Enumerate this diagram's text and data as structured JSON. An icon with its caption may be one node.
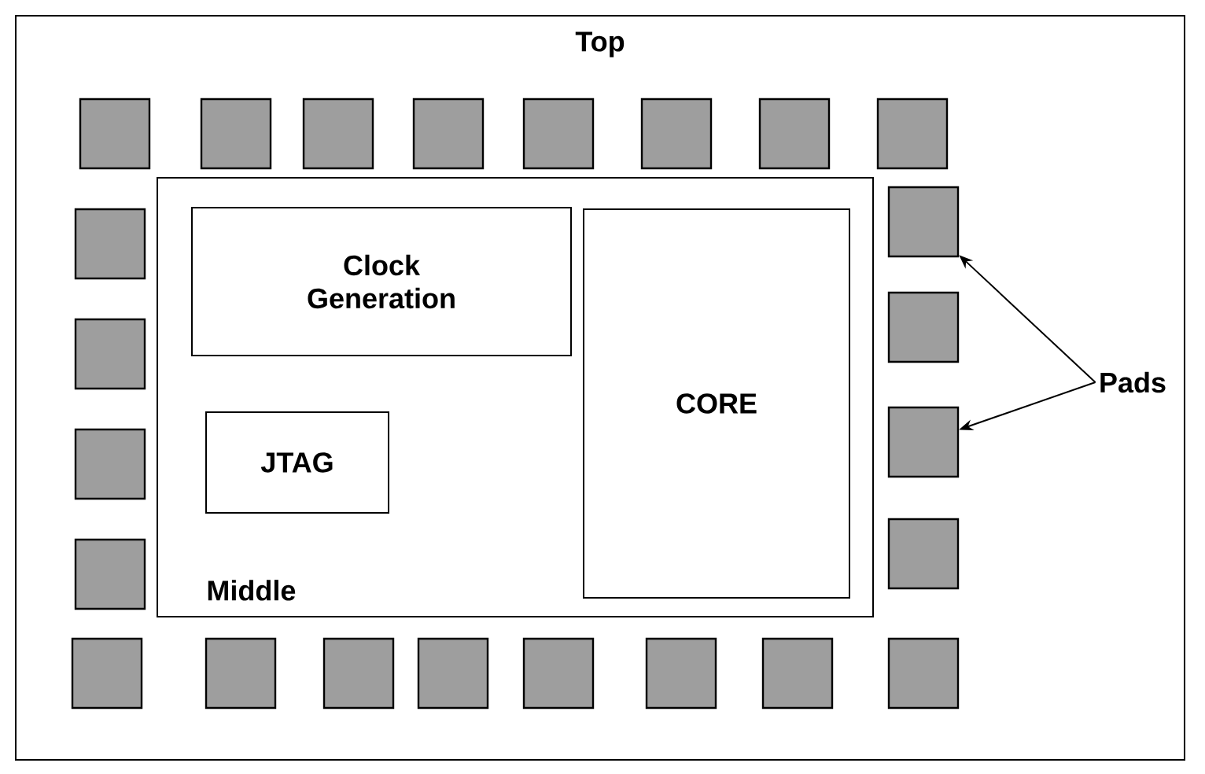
{
  "diagram": {
    "nodes": [
      {
        "text": [
          "Top"
        ]
      },
      {
        "text": [
          "Middle"
        ],
        "in": 0
      },
      {
        "text": [
          "Clock Generation"
        ],
        "in": 1
      },
      {
        "text": [
          "JTAG"
        ],
        "in": 1
      },
      {
        "text": [
          "CORE"
        ],
        "in": 1
      },
      {
        "text": [
          "Pads"
        ],
        "in": 0
      },
      {
        "text": [],
        "shape": "box",
        "in": 0
      },
      {
        "text": [],
        "shape": "box",
        "in": 0
      },
      {
        "text": [],
        "shape": "box",
        "in": 0
      },
      {
        "text": [],
        "shape": "box",
        "in": 0
      },
      {
        "text": [],
        "shape": "box",
        "in": 0
      },
      {
        "text": [],
        "shape": "box",
        "in": 0
      },
      {
        "text": [],
        "shape": "box",
        "in": 0
      },
      {
        "text": [],
        "shape": "box",
        "in": 0
      },
      {
        "text": [],
        "shape": "box",
        "in": 0
      },
      {
        "text": [],
        "shape": "box",
        "in": 0
      },
      {
        "text": [],
        "shape": "box",
        "in": 0
      },
      {
        "text": [],
        "shape": "box",
        "in": 0
      },
      {
        "text": [],
        "shape": "box",
        "in": 0
      },
      {
        "text": [],
        "shape": "box",
        "in": 0
      },
      {
        "text": [],
        "shape": "box",
        "in": 0
      },
      {
        "text": [],
        "shape": "box",
        "in": 0
      },
      {
        "text": [],
        "shape": "box",
        "in": 0
      },
      {
        "text": [],
        "shape": "box",
        "in": 0
      },
      {
        "text": [],
        "shape": "box",
        "in": 0
      },
      {
        "text": [],
        "shape": "box",
        "in": 0
      },
      {
        "text": [],
        "shape": "box",
        "in": 0
      },
      {
        "text": [],
        "shape": "box",
        "in": 0
      },
      {
        "text": [],
        "shape": "box",
        "in": 0
      },
      {
        "text": [],
        "shape": "box",
        "in": 0
      }
    ],
    "edges": [
      {
        "from": 5,
        "to": 18,
        "arrow": "to"
      },
      {
        "from": 5,
        "to": 20,
        "arrow": "to"
      }
    ]
  }
}
